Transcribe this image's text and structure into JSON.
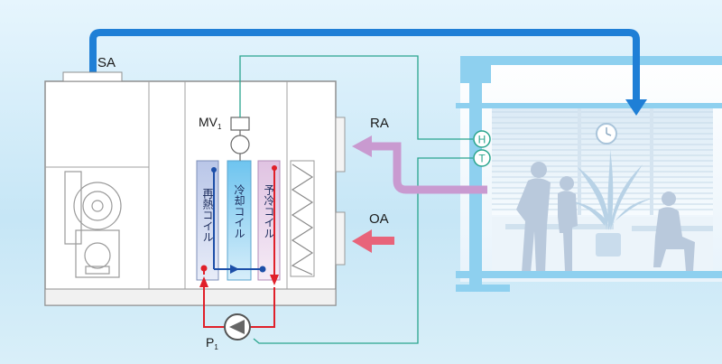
{
  "labels": {
    "sa": "SA",
    "ra": "RA",
    "oa": "OA",
    "mv": "MV",
    "mv_sub": "1",
    "pump": "P",
    "pump_sub": "1",
    "sensor_h": "H",
    "sensor_t": "T"
  },
  "coils": [
    {
      "label": "再熱コイル"
    },
    {
      "label": "冷却コイル"
    },
    {
      "label": "予冷コイル"
    }
  ],
  "colors": {
    "sa_duct": "#1f7fd6",
    "ra_arrow": "#c99ad0",
    "oa_arrow": "#e8647a",
    "hot_pipe": "#e0202a",
    "cold_pipe": "#1d4fa8",
    "control_line": "#2aa58e",
    "sky": "#cfeaf8"
  }
}
